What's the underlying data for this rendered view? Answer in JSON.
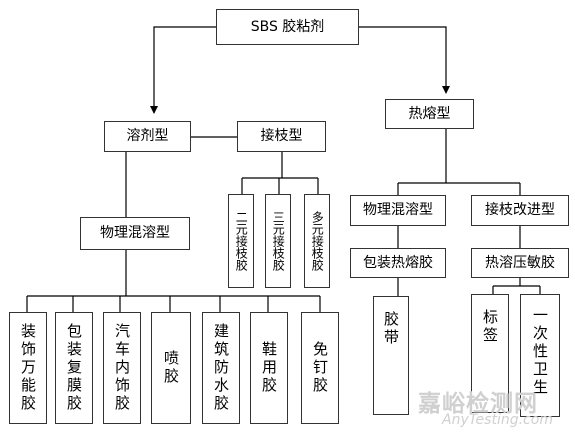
{
  "nodes": {
    "root": "SBS 胶粘剂",
    "solvent": "溶剂型",
    "hotmelt": "热熔型",
    "graft": "接枝型",
    "phys_mix": "物理混溶型",
    "binary_graft": "二元接枝胶",
    "ternary_graft": "三元接枝胶",
    "multi_graft": "多元接枝胶",
    "hm_phys_mix": "物理混溶型",
    "hm_graft_improve": "接枝改进型",
    "packaging_hm": "包装热熔胶",
    "hm_psa": "热溶压敏胶",
    "tape": "胶带",
    "label": "标签",
    "disposable": "一次性卫生",
    "decor": "装饰万能胶",
    "packaging_film": "包装复膜胶",
    "auto_interior": "汽车内饰胶",
    "spray": "喷胶",
    "waterproof": "建筑防水胶",
    "shoe": "鞋用胶",
    "nail_free": "免钉胶"
  },
  "watermark": {
    "cn": "嘉峪检测网",
    "en": "AnyTesting.com"
  }
}
